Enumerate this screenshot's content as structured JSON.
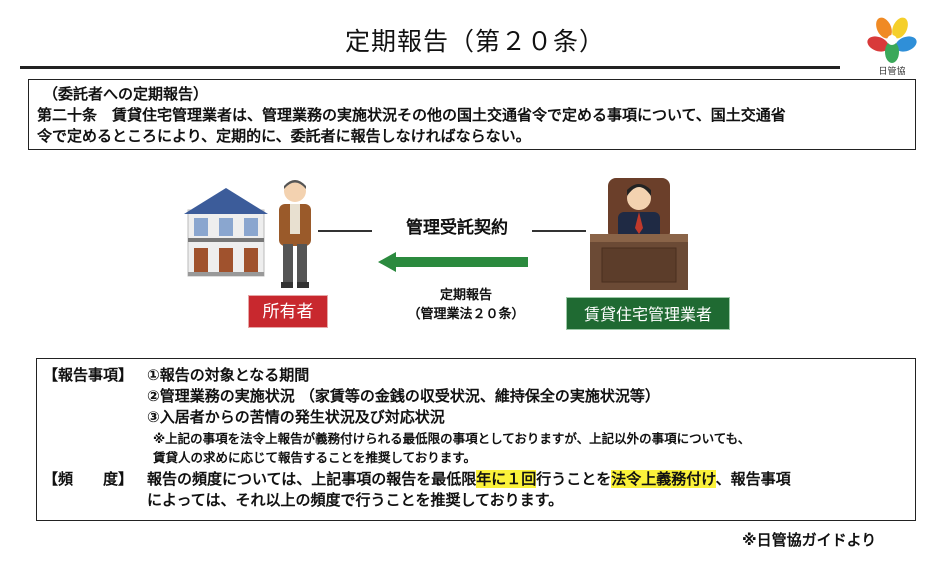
{
  "title": "定期報告（第２０条）",
  "logo": {
    "text": "日管協",
    "colors": {
      "orange": "#f08a24",
      "blue": "#2f8fd8",
      "red": "#d83a3a",
      "green": "#3aa85a",
      "yellow": "#f5cf2a"
    }
  },
  "article": {
    "heading": "（委託者への定期報告）",
    "line1": "第二十条　賃貸住宅管理業者は、管理業務の実施状況その他の国土交通省令で定める事項について、国土交通省",
    "line2": "令で定めるところにより、定期的に、委託者に報告しなければならない。"
  },
  "diagram": {
    "owner_label": "所有者",
    "manager_label": "賃貸住宅管理業者",
    "contract_label": "管理受託契約",
    "report_line1": "定期報告",
    "report_line2": "（管理業法２０条）",
    "colors": {
      "owner": "#c8282e",
      "manager": "#1f6a32",
      "arrow": "#2b8a3e"
    }
  },
  "report_items": {
    "label": "【報告事項】",
    "item1": "①報告の対象となる期間",
    "item2": "②管理業務の実施状況 （家賃等の金銭の収受状況、維持保全の実施状況等）",
    "item3": "③入居者からの苦情の発生状況及び対応状況",
    "note1": "※上記の事項を法令上報告が義務付けられる最低限の事項としておりますが、上記以外の事項についても、",
    "note2": "賃貸人の求めに応じて報告することを推奨しております。"
  },
  "frequency": {
    "label": "【頻　　度】",
    "line1_a": "報告の頻度については、上記事項の報告を最低限",
    "line1_highlight1": "年に１回",
    "line1_b": "行うことを",
    "line1_highlight2": "法令上義務付け",
    "line1_c": "、報告事項",
    "line2": "によっては、それ以上の頻度で行うことを推奨しております。",
    "highlight_color": "#fbf23a"
  },
  "source_note": "※日管協ガイドより"
}
